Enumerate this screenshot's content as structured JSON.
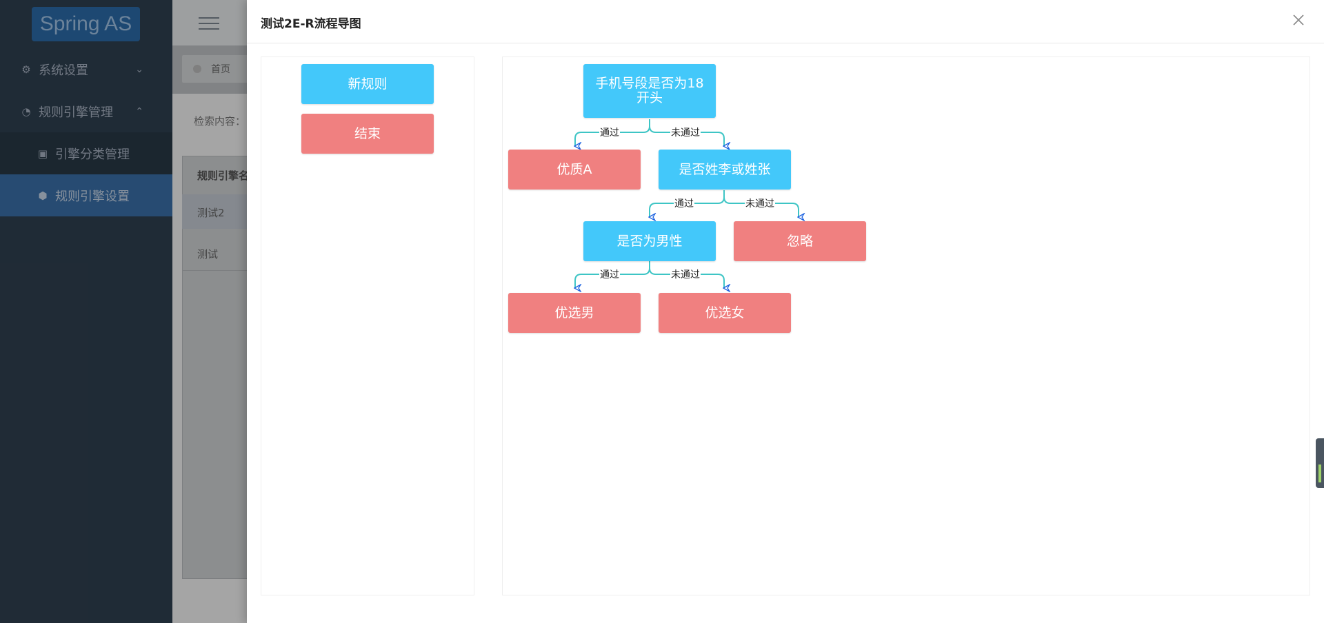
{
  "app": {
    "logo": "Spring AS"
  },
  "sidebar": {
    "items": [
      {
        "label": "系统设置"
      },
      {
        "label": "规则引擎管理"
      },
      {
        "label": "引擎分类管理"
      },
      {
        "label": "规则引擎设置"
      }
    ]
  },
  "tabs": {
    "home": "首页"
  },
  "search": {
    "label": "检索内容："
  },
  "table": {
    "header": "规则引擎名",
    "rows": [
      "测试2",
      "测试"
    ]
  },
  "modal": {
    "title": "测试2E-R流程导图",
    "palette": {
      "new_rule": "新规则",
      "end": "结束"
    },
    "flow": {
      "nodes": {
        "root": "手机号段是否为18开头",
        "a": "优质A",
        "surname": "是否姓李或姓张",
        "gender": "是否为男性",
        "ignore": "忽略",
        "male": "优选男",
        "female": "优选女"
      },
      "edges": {
        "pass": "通过",
        "fail": "未通过"
      }
    }
  },
  "colors": {
    "blue_node": "#43c8fa",
    "red_node": "#f08080",
    "edge": "#3ec5c5",
    "arrow": "#1e63e0"
  }
}
